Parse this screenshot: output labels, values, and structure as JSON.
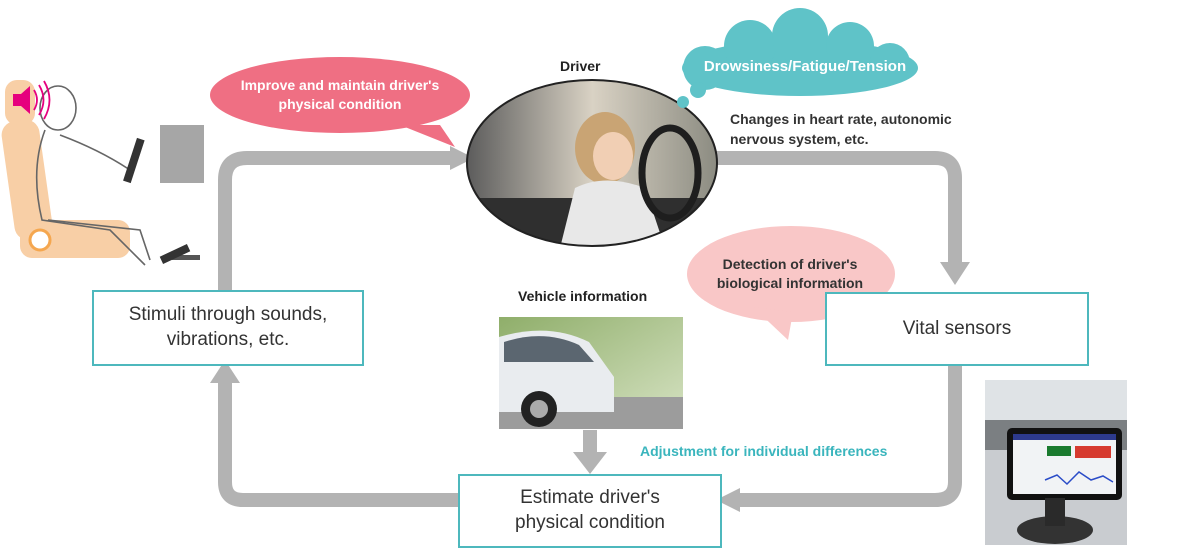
{
  "driver_label": "Driver",
  "improve_bubble": {
    "line1": "Improve and maintain driver's",
    "line2": "physical condition"
  },
  "cloud_label": "Drowsiness/Fatigue/Tension",
  "changes_text": {
    "line1": "Changes in heart rate, autonomic",
    "line2": "nervous system, etc."
  },
  "detection_bubble": {
    "line1": "Detection of driver's",
    "line2": "biological information"
  },
  "stimuli_box": {
    "line1": "Stimuli through sounds,",
    "line2": "vibrations, etc."
  },
  "vital_box": "Vital sensors",
  "vehicle_label": "Vehicle information",
  "adjustment_label": "Adjustment for individual differences",
  "estimate_box": {
    "line1": "Estimate driver's",
    "line2": "physical condition"
  },
  "colors": {
    "arrow_gray": "#b3b3b3",
    "box_border_teal": "#4db8bd",
    "cloud_teal": "#5fc3c8",
    "bubble_red": "#ef6f83",
    "bubble_pink": "#f9c7c7",
    "adjust_teal": "#3ab5bd",
    "seat_peach": "#f8cfa6",
    "speaker_magenta": "#e6007e"
  }
}
